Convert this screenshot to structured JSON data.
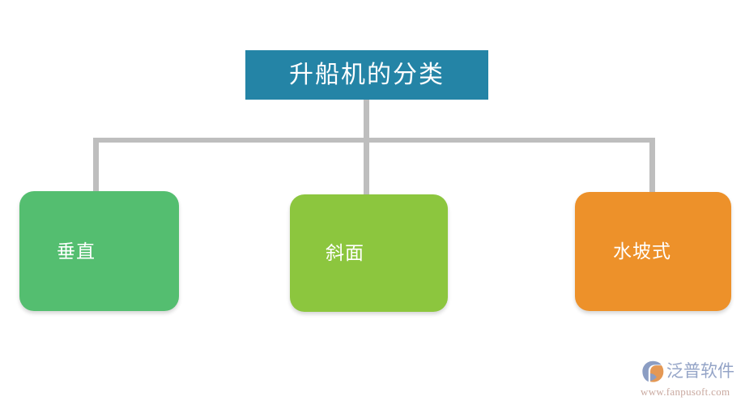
{
  "diagram": {
    "type": "hierarchy-tree",
    "root": {
      "label": "升船机的分类",
      "color": "#2484a6",
      "text_color": "#ffffff"
    },
    "connector": {
      "color": "#bebebe",
      "style": "elbow"
    },
    "children": [
      {
        "label": "垂直",
        "color": "#54be70",
        "text_color": "#ffffff"
      },
      {
        "label": "斜面",
        "color": "#8cc63e",
        "text_color": "#ffffff"
      },
      {
        "label": "水坡式",
        "color": "#ed912a",
        "text_color": "#ffffff"
      }
    ]
  },
  "watermark": {
    "mark_icon": "fanpu-logo-icon",
    "brand": "泛普软件",
    "url": "www.fanpusoft.com",
    "brand_color": "#8b9dc3",
    "url_color": "#c9a9a0",
    "accent_color": "#e08a3c"
  }
}
